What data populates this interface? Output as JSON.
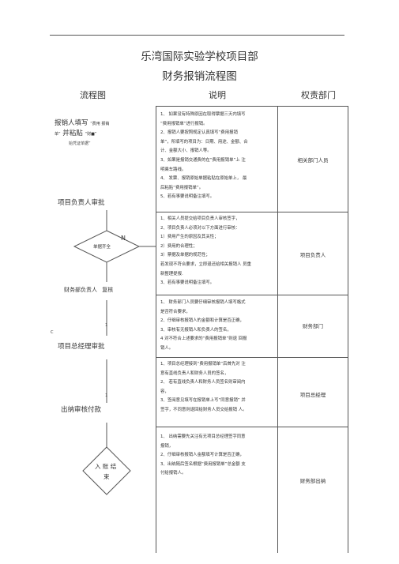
{
  "title": "乐湾国际实验学校项目部",
  "subtitle": "财务报销流程图",
  "headers": {
    "flow": "流程图",
    "desc": "说明",
    "dept": "权责部门"
  },
  "flow": {
    "start_line1": "报销人填写",
    "start_line1_small": "“费用 报销",
    "start_line2_small_a": "单”",
    "start_line2": "并粘贴",
    "start_line2_small_b": "“财■”",
    "start_line3_small": "始凭证单据”",
    "step1": "项目负责人审批",
    "diamond": "单据齐全",
    "n_label": "N",
    "step2_a": "财务部负责人",
    "step2_b": "复核",
    "step3": "项目总经理审批",
    "step4": "出纳审核付款",
    "end_line1": "入 账 结",
    "end_line2": "束",
    "tick1": "1",
    "tick2": "1",
    "tick3": "C"
  },
  "rows": [
    {
      "dept": "相关部门人员",
      "lines": [
        "1、  如果没有特殊原因在取得票据三天内填写",
        "“费用报销单”进行报销。",
        "2、报销人要按照规定认真填写“费用报销",
        "单”，所填写的项目为：日期、用途、金额、合",
        "计、金额大小、报销人等。",
        "3、如果是报销交通费的在“费用报销单”上 注",
        "明乘车路线。",
        "4、 发票、报销原始单据粘贴在原始单上，  最",
        "后粘贴“费用报销单”。",
        "5、若有事要说明备注填写。"
      ]
    },
    {
      "dept": "项目负责人",
      "lines": [
        "1、相关人员提交给项目负责人审核签字，",
        "2、项目负责人必须对以下方面进行审核：",
        "  1）费用产生的原因及其关性；",
        "  2）费用的合理性；",
        "  3）票据及单据的规范性；",
        "若发现不符合要求，立即退还给相关报销人 员重",
        "新整理提报.",
        "3、若有事要说明备注填写。"
      ]
    },
    {
      "dept": "财务部门",
      "lines": [
        "1、  财务部门人员要仔细审核报销人填写格式",
        "是否符合要求，",
        "2、仔细审核报销人的金额和计算是否正确，",
        "3、审核有无报销人和负责人的签名，",
        "4 对不符合上述要求的“费用报销单”则退 回报",
        "销人。"
      ]
    },
    {
      "dept": "项目总经理",
      "lines": [
        "1、项目总经理接到“费用报销单”后首先对 注",
        "意有直线负责人和财务人员的签名，",
        "2、  若有直线负责人和财务人员签名则审阅内",
        "容，",
        "3、签阅意见填写在报销单上写“同意报销”  并",
        "签字，不同意则退回给财务人员交给报销 人。"
      ]
    },
    {
      "dept": "财务部出纳",
      "lines": [
        "1、  出纳需要先关注有无项目总经理签字同意",
        "报销，",
        "2、仔细审核报销人金额填写计算是否正确，",
        "3、出纳随后签名根据“费用报销单”总金额 支",
        "付给报销人。"
      ]
    }
  ]
}
